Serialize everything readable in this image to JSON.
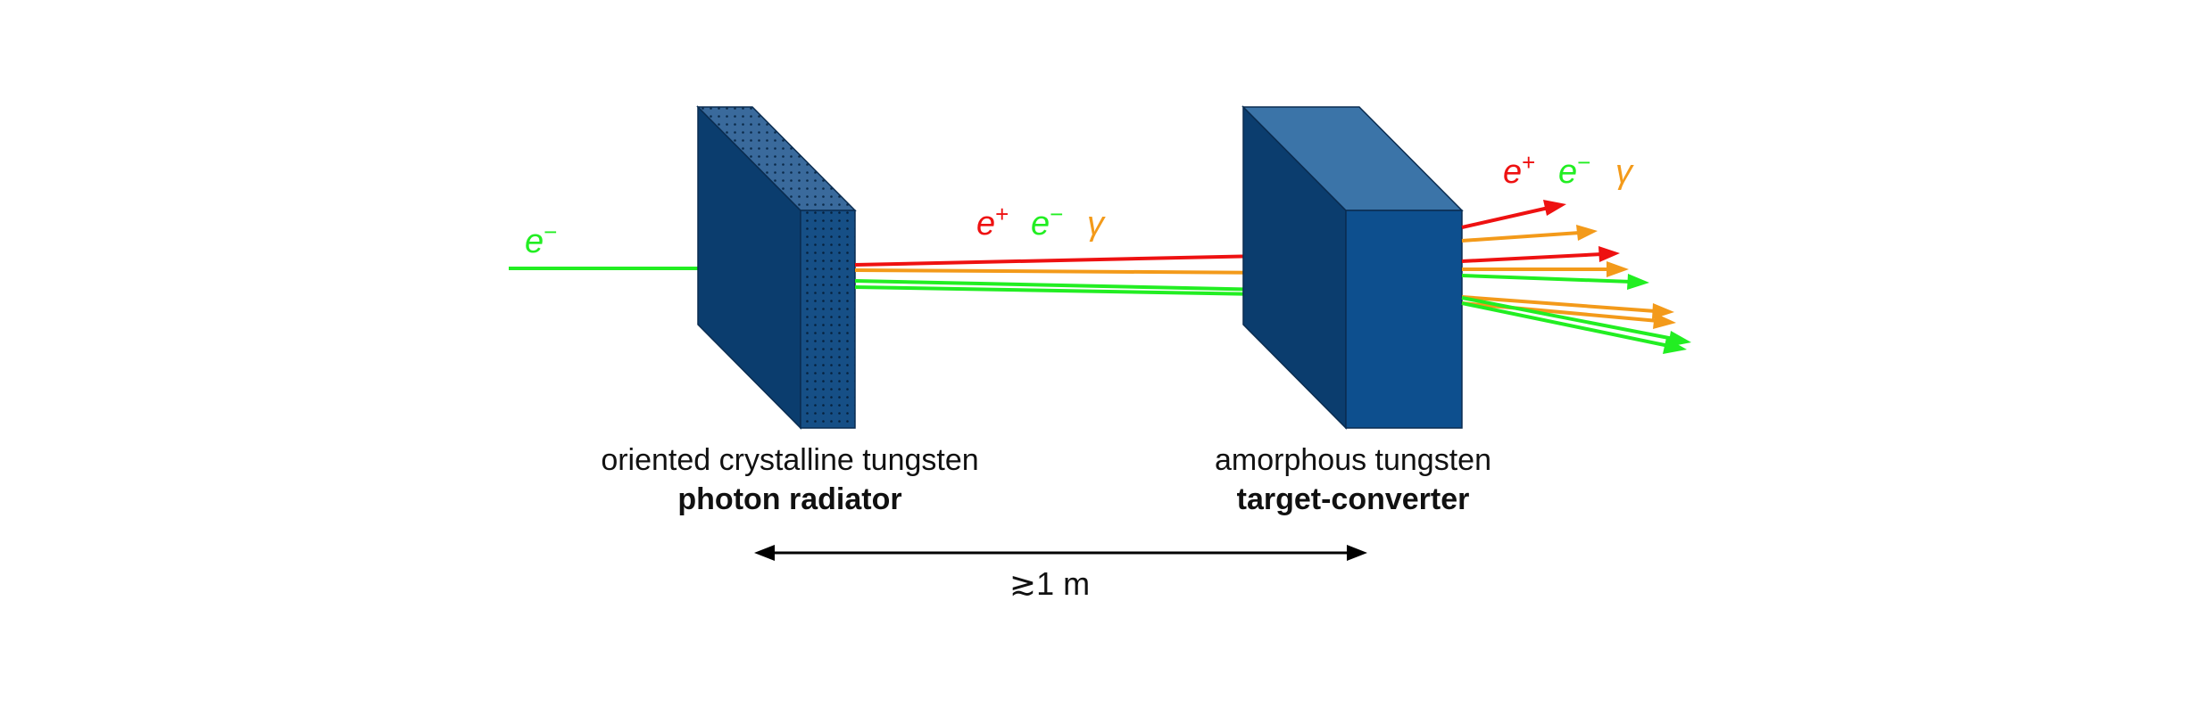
{
  "colors": {
    "electron": "#22ee22",
    "positron": "#ee1111",
    "photon": "#f39a1a",
    "block_front": "#0d4f8e",
    "block_side": "#0b3d6e",
    "block_top": "#3b74a8",
    "arrow": "#000000"
  },
  "labels": {
    "incoming_particle": "e",
    "incoming_charge": "−",
    "between_positron": "e",
    "between_positron_charge": "+",
    "between_electron": "e",
    "between_electron_charge": "−",
    "between_photon": "γ",
    "after_positron": "e",
    "after_positron_charge": "+",
    "after_electron": "e",
    "after_electron_charge": "−",
    "after_photon": "γ"
  },
  "radiator": {
    "caption": "oriented crystalline tungsten",
    "caption_bold": "photon radiator"
  },
  "converter": {
    "caption": "amorphous tungsten",
    "caption_bold": "target-converter"
  },
  "distance": {
    "label": "≳1 m"
  }
}
